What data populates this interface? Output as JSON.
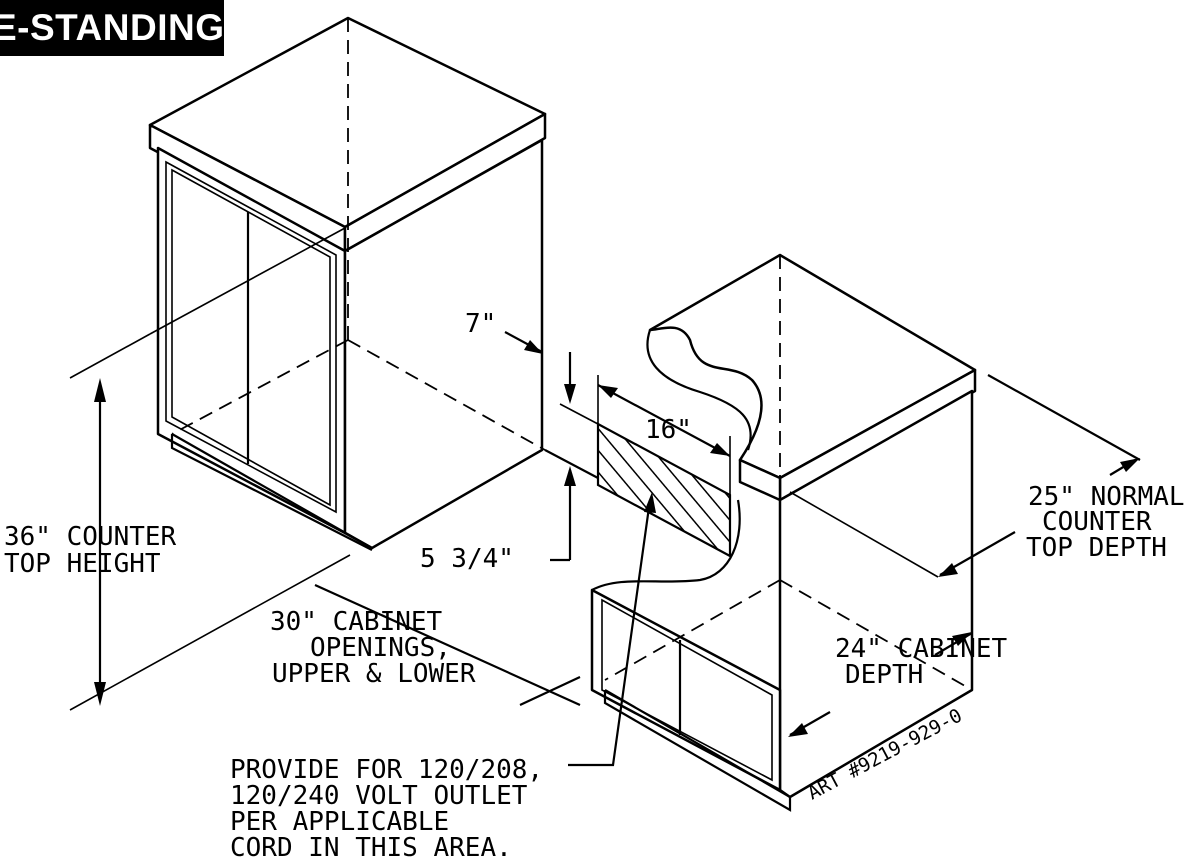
{
  "title": "E-STANDING",
  "labels": {
    "counter_height": [
      "36\" COUNTER",
      "TOP HEIGHT"
    ],
    "cabinet_openings": [
      "30\" CABINET",
      "OPENINGS,",
      "UPPER & LOWER"
    ],
    "seven_inch": "7\"",
    "sixteen_inch": "16\"",
    "five_three_quarter": "5 3/4\"",
    "counter_depth": [
      "25\" NORMAL",
      "COUNTER",
      "TOP DEPTH"
    ],
    "cabinet_depth": [
      "24\" CABINET",
      "DEPTH"
    ],
    "outlet_note": [
      "PROVIDE FOR 120/208,",
      "120/240 VOLT OUTLET",
      "PER APPLICABLE",
      "CORD IN THIS AREA."
    ],
    "art_number": "ART #9219-929-0"
  }
}
